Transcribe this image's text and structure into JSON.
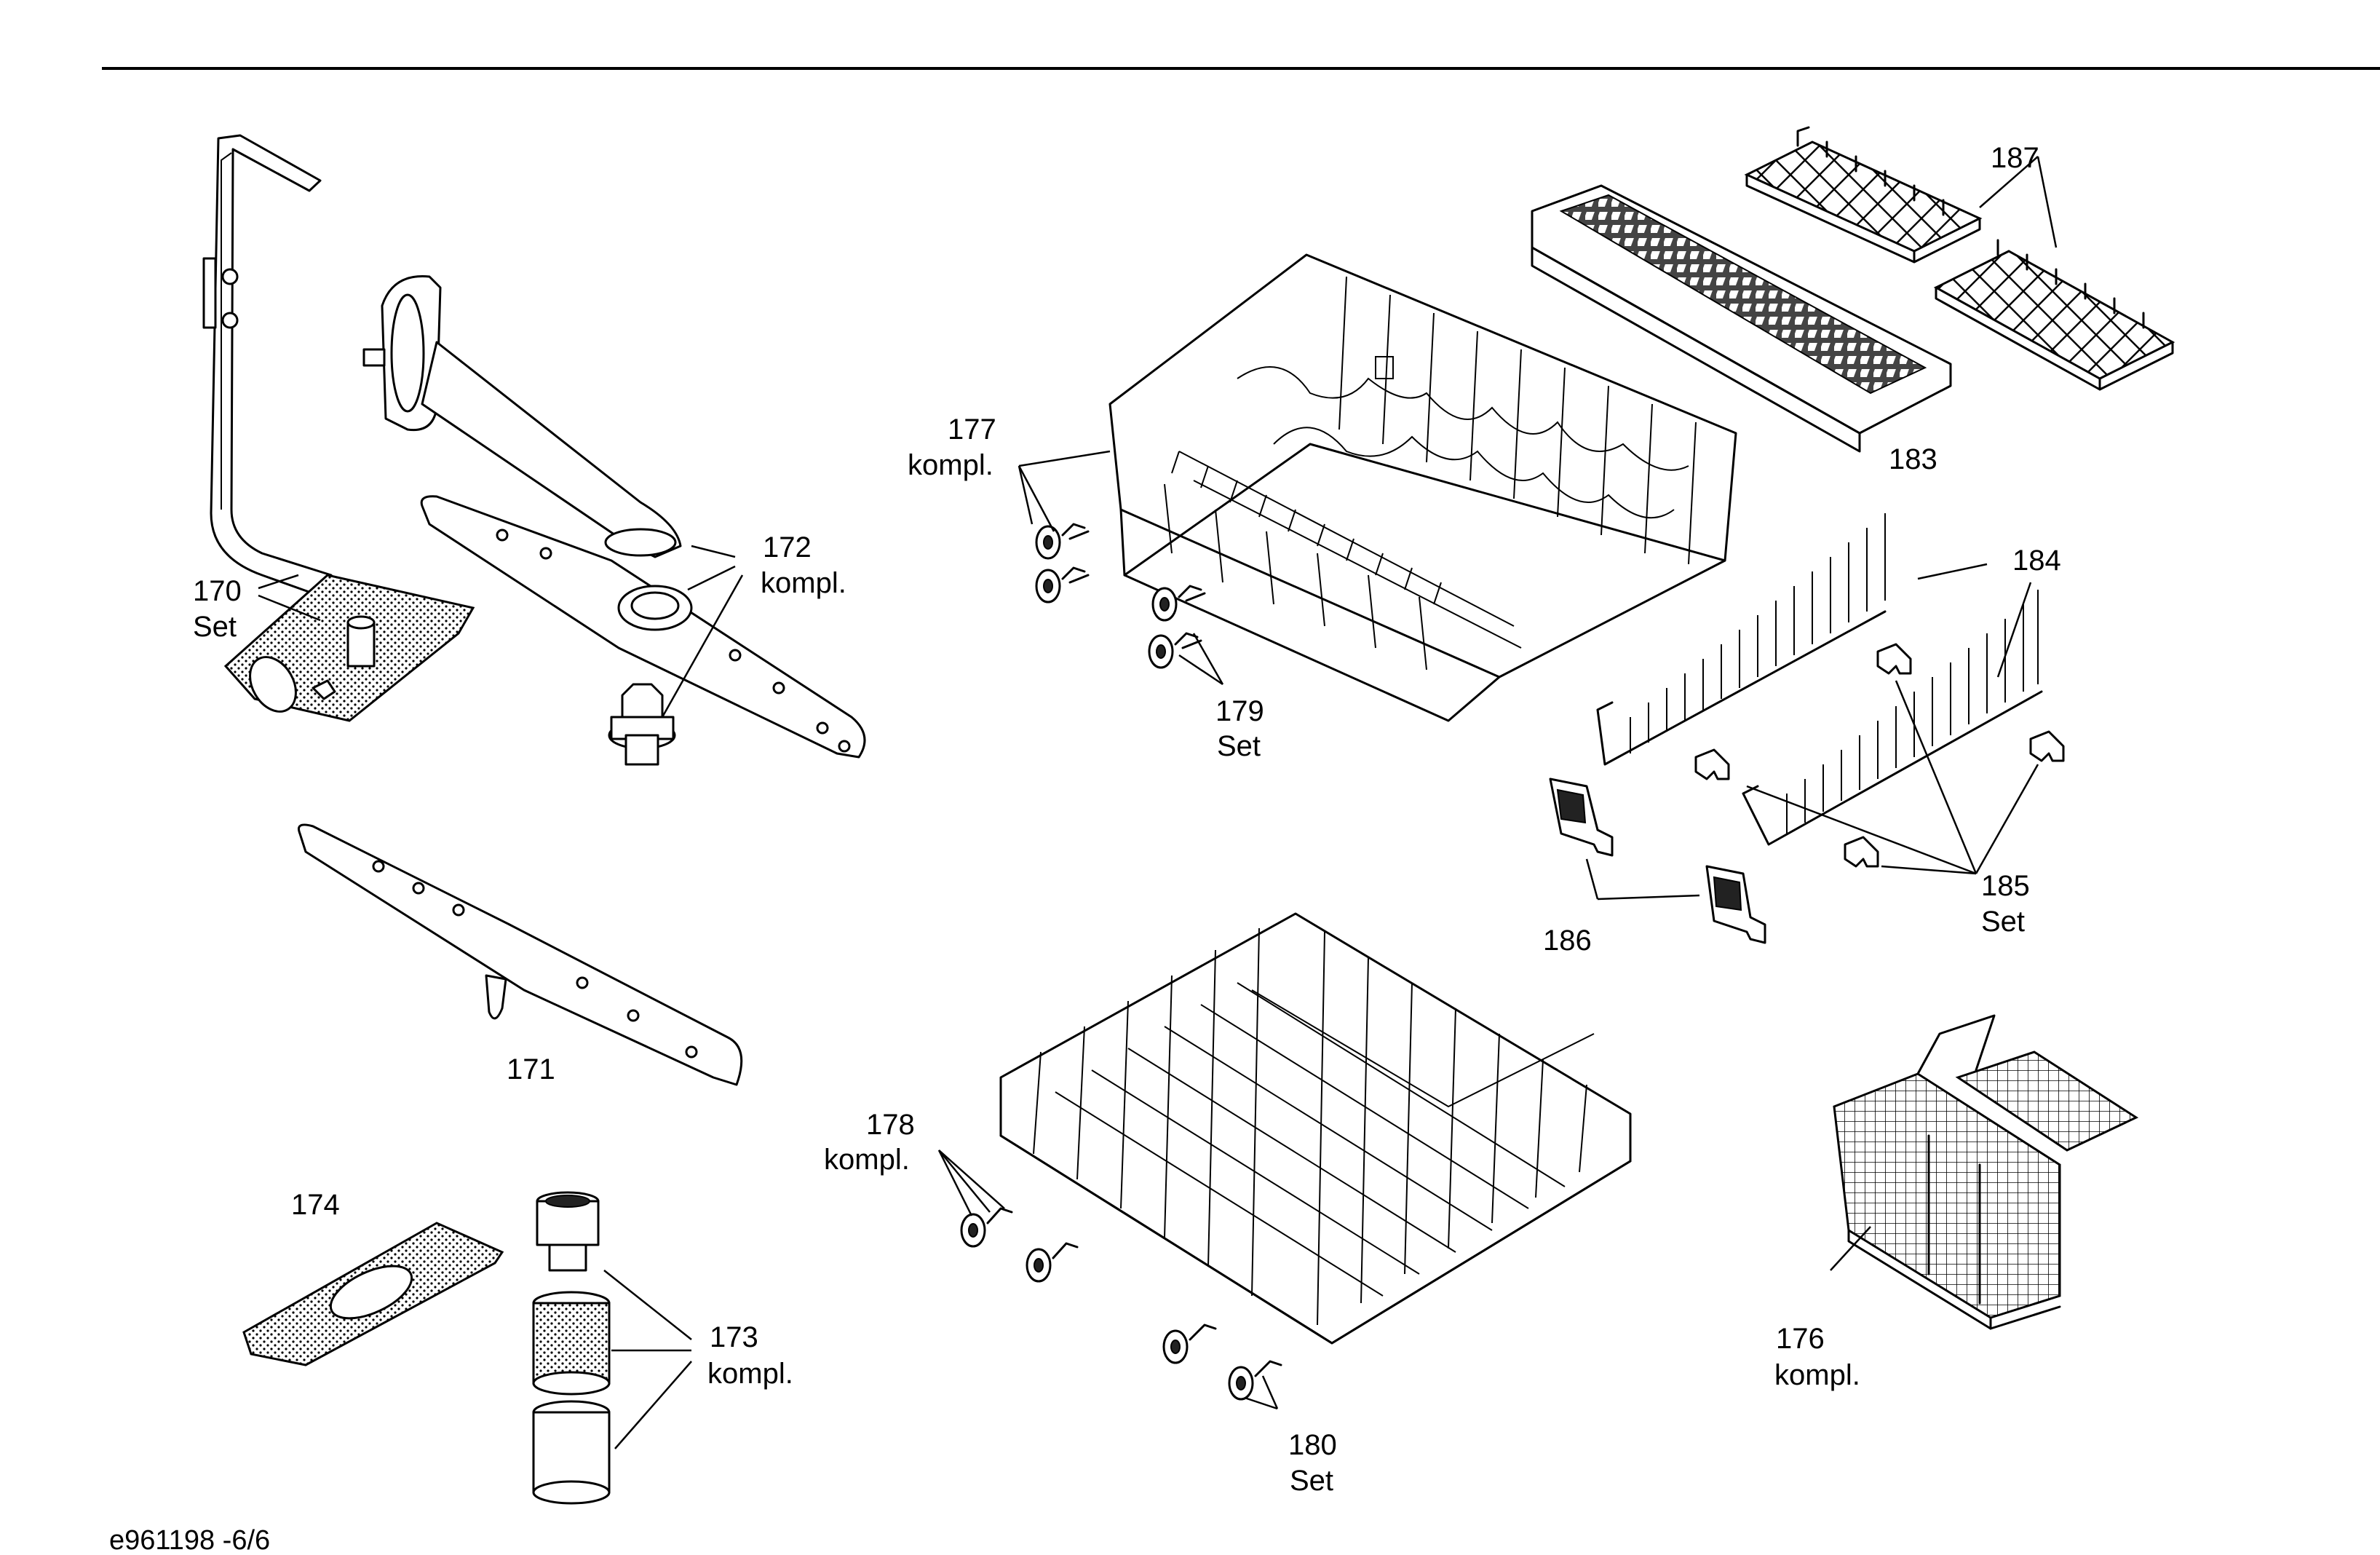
{
  "drawing_id": "e961198 -6/6",
  "labels": {
    "p170": {
      "num": "170",
      "sub": "Set"
    },
    "p171": {
      "num": "171",
      "sub": ""
    },
    "p172": {
      "num": "172",
      "sub": "kompl."
    },
    "p173": {
      "num": "173",
      "sub": "kompl."
    },
    "p174": {
      "num": "174",
      "sub": ""
    },
    "p176": {
      "num": "176",
      "sub": "kompl."
    },
    "p177": {
      "num": "177",
      "sub": "kompl."
    },
    "p178": {
      "num": "178",
      "sub": "kompl."
    },
    "p179": {
      "num": "179",
      "sub": "Set"
    },
    "p180": {
      "num": "180",
      "sub": "Set"
    },
    "p183": {
      "num": "183",
      "sub": ""
    },
    "p184": {
      "num": "184",
      "sub": ""
    },
    "p185": {
      "num": "185",
      "sub": "Set"
    },
    "p186": {
      "num": "186",
      "sub": ""
    },
    "p187": {
      "num": "187",
      "sub": ""
    }
  }
}
